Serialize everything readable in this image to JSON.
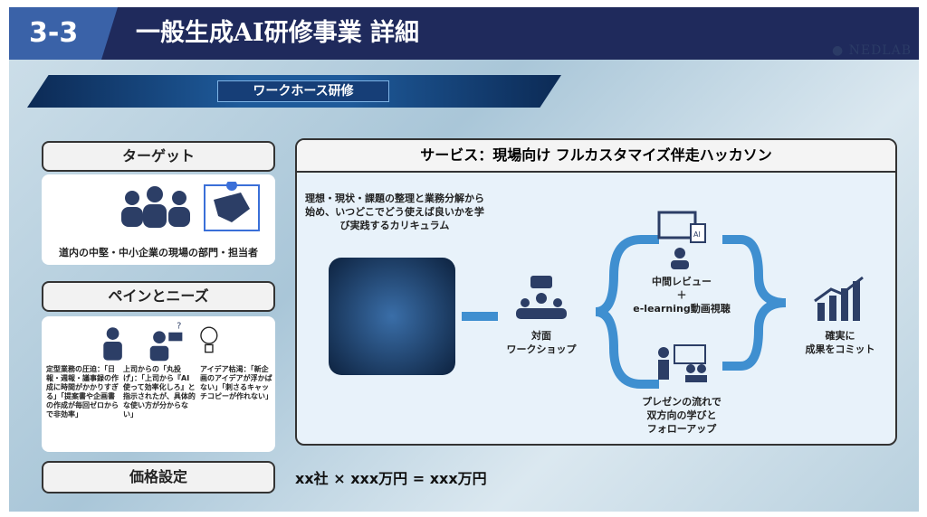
{
  "header": {
    "number": "3-3",
    "title": "一般生成AI研修事業 詳細",
    "logo": "NEDLAB"
  },
  "banner": {
    "label": "ワークホース研修"
  },
  "target": {
    "heading": "ターゲット",
    "description": "道内の中堅・中小企業の現場の部門・担当者"
  },
  "pains": {
    "heading": "ペインとニーズ",
    "items": [
      {
        "text": "定型業務の圧迫：「日報・週報・議事録の作成に時間がかかりすぎる」「提案書や企画書の作成が毎回ゼロからで非効率」"
      },
      {
        "text": "上司からの「丸投げ」：「上司から『AI使って効率化しろ』と指示されたが、具体的な使い方が分からない」"
      },
      {
        "text": "アイデア枯渇：「新企画のアイデアが浮かばない」「刺さるキャッチコピーが作れない」"
      }
    ]
  },
  "service": {
    "heading": "サービス：現場向け フルカスタマイズ伴走ハッカソン",
    "curriculum": "理想・現状・課題の整理と業務分解から始め、いつどこでどう使えば良いかを学び実践するカリキュラム",
    "workshop": "対面\nワークショップ",
    "review": "中間レビュー\n＋\ne-learning動画視聴",
    "ai_label": "AI",
    "presentation": "プレゼンの流れで\n双方向の学びと\nフォローアップ",
    "result": "確実に\n成果をコミット"
  },
  "pricing": {
    "heading": "価格設定",
    "formula": "xx社 × xxx万円 = xxx万円"
  }
}
